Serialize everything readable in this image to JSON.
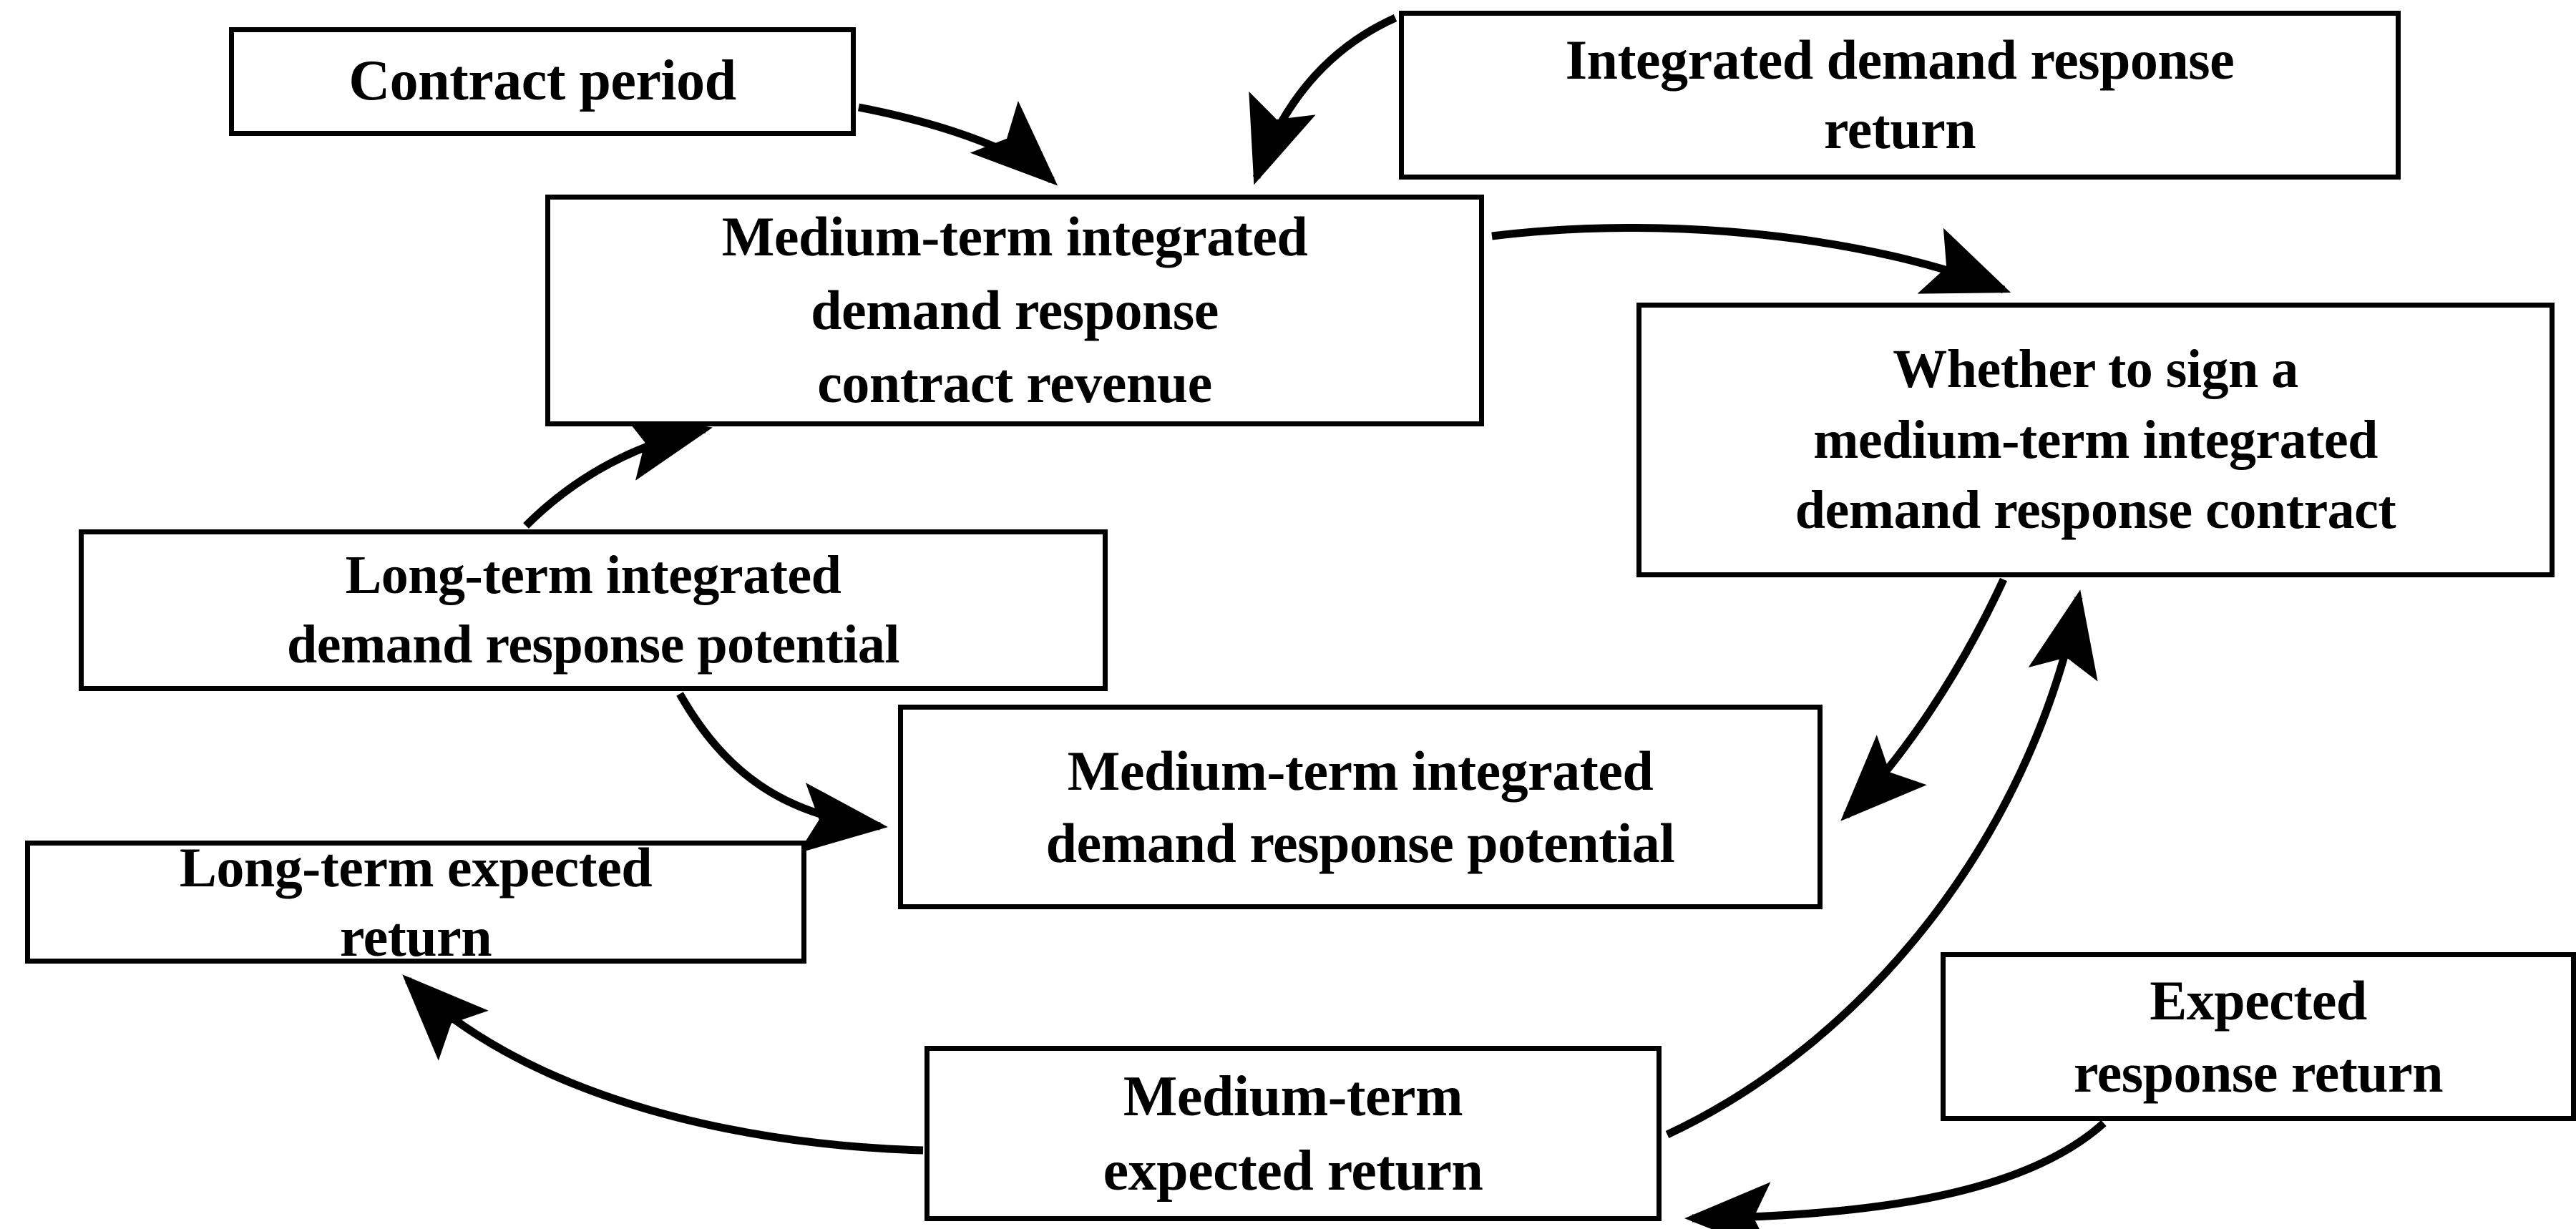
{
  "diagram": {
    "type": "flow-diagram",
    "background_color": "#ffffff",
    "line_color": "#000000",
    "nodes": [
      {
        "id": "contract-period",
        "label": "Contract period"
      },
      {
        "id": "integrated-demand-response-return",
        "label": "Integrated demand response\nreturn"
      },
      {
        "id": "medium-term-contract-revenue",
        "label": "Medium-term integrated\ndemand response\ncontract revenue"
      },
      {
        "id": "whether-to-sign-contract",
        "label": "Whether to sign a\nmedium-term integrated\ndemand response contract"
      },
      {
        "id": "long-term-potential",
        "label": "Long-term integrated\ndemand response potential"
      },
      {
        "id": "medium-term-potential",
        "label": "Medium-term integrated\ndemand response potential"
      },
      {
        "id": "long-term-expected-return",
        "label": "Long-term expected\nreturn"
      },
      {
        "id": "medium-term-expected-return",
        "label": "Medium-term\nexpected return"
      },
      {
        "id": "expected-response-return",
        "label": "Expected\nresponse return"
      }
    ],
    "edges": [
      {
        "from": "contract-period",
        "to": "medium-term-contract-revenue"
      },
      {
        "from": "integrated-demand-response-return",
        "to": "medium-term-contract-revenue"
      },
      {
        "from": "medium-term-contract-revenue",
        "to": "whether-to-sign-contract"
      },
      {
        "from": "long-term-potential",
        "to": "medium-term-contract-revenue"
      },
      {
        "from": "long-term-potential",
        "to": "medium-term-potential"
      },
      {
        "from": "whether-to-sign-contract",
        "to": "medium-term-potential"
      },
      {
        "from": "medium-term-expected-return",
        "to": "whether-to-sign-contract"
      },
      {
        "from": "medium-term-expected-return",
        "to": "long-term-expected-return"
      },
      {
        "from": "expected-response-return",
        "to": "medium-term-expected-return"
      }
    ]
  }
}
